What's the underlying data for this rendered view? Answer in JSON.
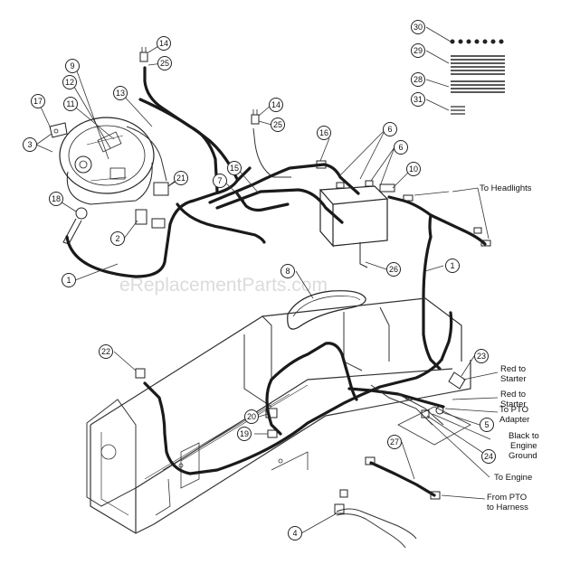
{
  "watermark": "eReplacementParts.com",
  "callouts": [
    {
      "label": "1"
    },
    {
      "label": "1"
    },
    {
      "label": "2"
    },
    {
      "label": "3"
    },
    {
      "label": "4"
    },
    {
      "label": "5"
    },
    {
      "label": "6"
    },
    {
      "label": "6"
    },
    {
      "label": "7"
    },
    {
      "label": "8"
    },
    {
      "label": "9"
    },
    {
      "label": "10"
    },
    {
      "label": "11"
    },
    {
      "label": "12"
    },
    {
      "label": "13"
    },
    {
      "label": "14"
    },
    {
      "label": "14"
    },
    {
      "label": "15"
    },
    {
      "label": "16"
    },
    {
      "label": "17"
    },
    {
      "label": "18"
    },
    {
      "label": "19"
    },
    {
      "label": "20"
    },
    {
      "label": "21"
    },
    {
      "label": "22"
    },
    {
      "label": "23"
    },
    {
      "label": "24"
    },
    {
      "label": "25"
    },
    {
      "label": "25"
    },
    {
      "label": "26"
    },
    {
      "label": "27"
    },
    {
      "label": "28"
    },
    {
      "label": "29"
    },
    {
      "label": "30"
    },
    {
      "label": "31"
    }
  ],
  "notes": {
    "to_headlights": "To Headlights",
    "red_to_starter_1": [
      "Red to",
      "Starter"
    ],
    "red_to_starter_2": [
      "Red to",
      "Starter"
    ],
    "to_pto_adapter": [
      "To PTO",
      "Adapter"
    ],
    "black_to_engine_ground": [
      "Black to",
      "Engine",
      "Ground"
    ],
    "to_engine": "To Engine",
    "from_pto_to_harness": [
      "From PTO",
      "to Harness"
    ]
  }
}
